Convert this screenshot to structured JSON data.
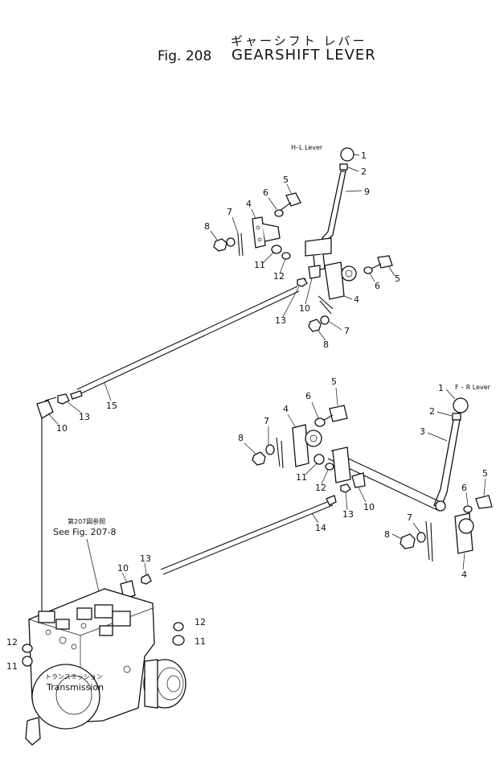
{
  "title": {
    "japanese": "ギャーシフト レバー",
    "fig": "Fig. 208",
    "english": "GEARSHIFT LEVER"
  },
  "labels": {
    "hl_lever": "H–L Lever",
    "fr_lever": "F – R Lever",
    "see_fig_jp": "第207図参照",
    "see_fig": "See Fig. 207-8",
    "transmission_jp": "トランスミッション",
    "transmission": "Transmission"
  },
  "callouts": {
    "n1": "1",
    "n2": "2",
    "n3": "3",
    "n4": "4",
    "n5": "5",
    "n6": "6",
    "n7": "7",
    "n8": "8",
    "n9": "9",
    "n10": "10",
    "n11": "11",
    "n12": "12",
    "n13": "13",
    "n14": "14",
    "n15": "15"
  }
}
